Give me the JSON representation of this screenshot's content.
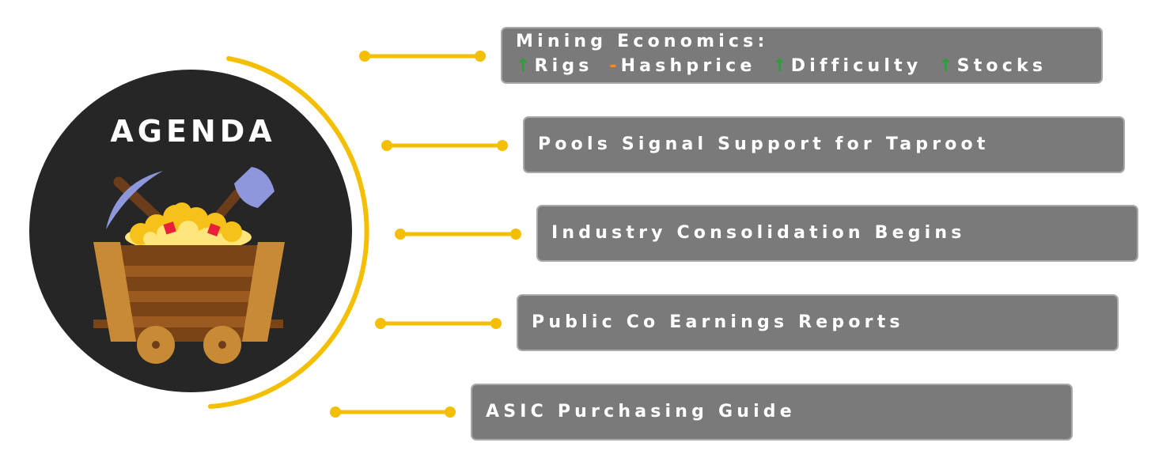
{
  "title": "AGENDA",
  "colors": {
    "accent": "#f3bf00",
    "box": "#7a7a7a",
    "box_border": "#a9a9a9",
    "circle": "#262626",
    "up_arrow": "#2e9e3a",
    "dash": "#f28c28"
  },
  "items": [
    {
      "line1": "Mining Economics:",
      "metrics": [
        {
          "indicator": "↑",
          "label": "Rigs"
        },
        {
          "indicator": "-",
          "label": "Hashprice"
        },
        {
          "indicator": "↑",
          "label": "Difficulty"
        },
        {
          "indicator": "↑",
          "label": "Stocks"
        }
      ]
    },
    {
      "label": "Pools Signal Support for Taproot"
    },
    {
      "label": "Industry Consolidation Begins"
    },
    {
      "label": "Public Co Earnings Reports"
    },
    {
      "label": "ASIC Purchasing Guide"
    }
  ],
  "icons": [
    "mining-cart-icon",
    "pickaxe-icon",
    "shovel-icon",
    "gold-nuggets-icon"
  ]
}
